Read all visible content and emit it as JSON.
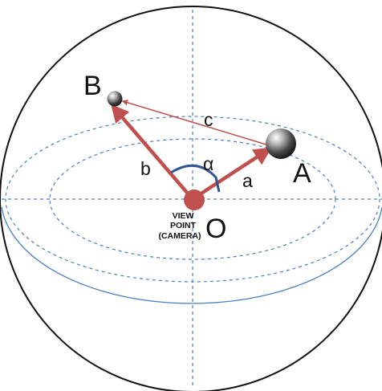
{
  "labels": {
    "point_b": "B",
    "point_a": "A",
    "origin": "O",
    "edge_c": "c",
    "edge_b": "b",
    "edge_a": "a",
    "angle": "α",
    "viewpoint_line1": "VIEW",
    "viewpoint_line2": "POINT",
    "viewpoint_line3": "(CAMERA)"
  },
  "colors": {
    "sphere_outline": "#111111",
    "dashed_guides": "#4a7fc0",
    "equator_solid": "#4a7fc0",
    "vectors": "#c0504d",
    "viewpoint_dot": "#c0504d",
    "angle_arc": "#2f5597"
  }
}
